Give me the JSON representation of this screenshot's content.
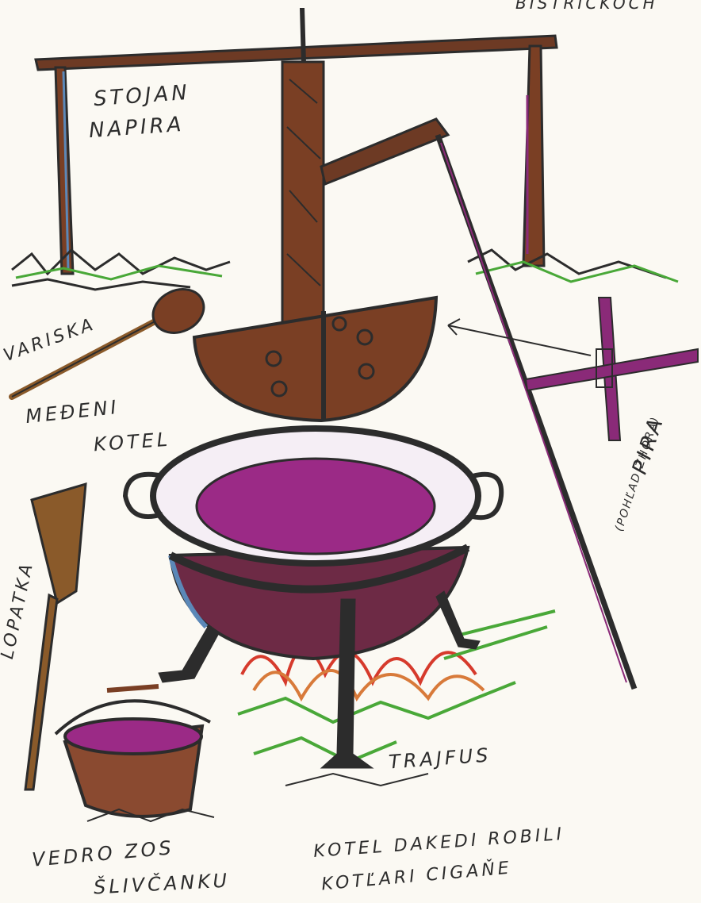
{
  "labels": {
    "top_right": "BISTRICKOCH",
    "stand": [
      "STOJAN",
      "NAPIRA"
    ],
    "ladle": "VARISKA",
    "copper_kettle": [
      "MEĐENI",
      "KOTEL"
    ],
    "shovel": "LOPATKA",
    "cross": "PIRA",
    "cross_note": "(POHĽAD ZHORA)",
    "tripod": "TRAJFUS",
    "bucket": [
      "VEDRO ZOS",
      "ŠLIVČANKU"
    ],
    "caption": [
      "KOTEL DAKEDI ROBILI",
      "KOTĽARI CIGAŇE"
    ]
  },
  "colors": {
    "ink": "#2c2c2c",
    "wood": "#7a3f24",
    "purple": "#8a2a78",
    "green": "#49a838",
    "fire_red": "#d63a2c",
    "blue": "#5b88b8"
  }
}
